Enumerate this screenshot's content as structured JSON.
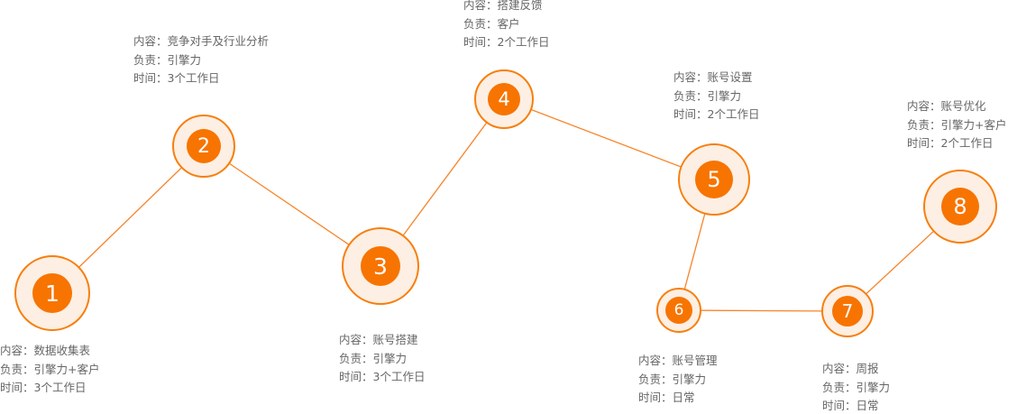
{
  "colors": {
    "accent": "#f77400",
    "line": "#f7842a",
    "fill": "#fdefe3",
    "text": "#666666"
  },
  "labels": {
    "content": "内容：",
    "owner": "负责：",
    "time": "时间："
  },
  "steps": [
    {
      "num": "1",
      "content": "数据收集表",
      "owner": "引擎力+客户",
      "time": "3个工作日"
    },
    {
      "num": "2",
      "content": "竞争对手及行业分析",
      "owner": "引擎力",
      "time": "3个工作日"
    },
    {
      "num": "3",
      "content": "账号搭建",
      "owner": "引擎力",
      "time": "3个工作日"
    },
    {
      "num": "4",
      "content": "搭建反馈",
      "owner": "客户",
      "time": "2个工作日"
    },
    {
      "num": "5",
      "content": "账号设置",
      "owner": "引擎力",
      "time": "2个工作日"
    },
    {
      "num": "6",
      "content": "账号管理",
      "owner": "引擎力",
      "time": "日常"
    },
    {
      "num": "7",
      "content": "周报",
      "owner": "引擎力",
      "time": "日常"
    },
    {
      "num": "8",
      "content": "账号优化",
      "owner": "引擎力+客户",
      "time": "2个工作日"
    }
  ]
}
